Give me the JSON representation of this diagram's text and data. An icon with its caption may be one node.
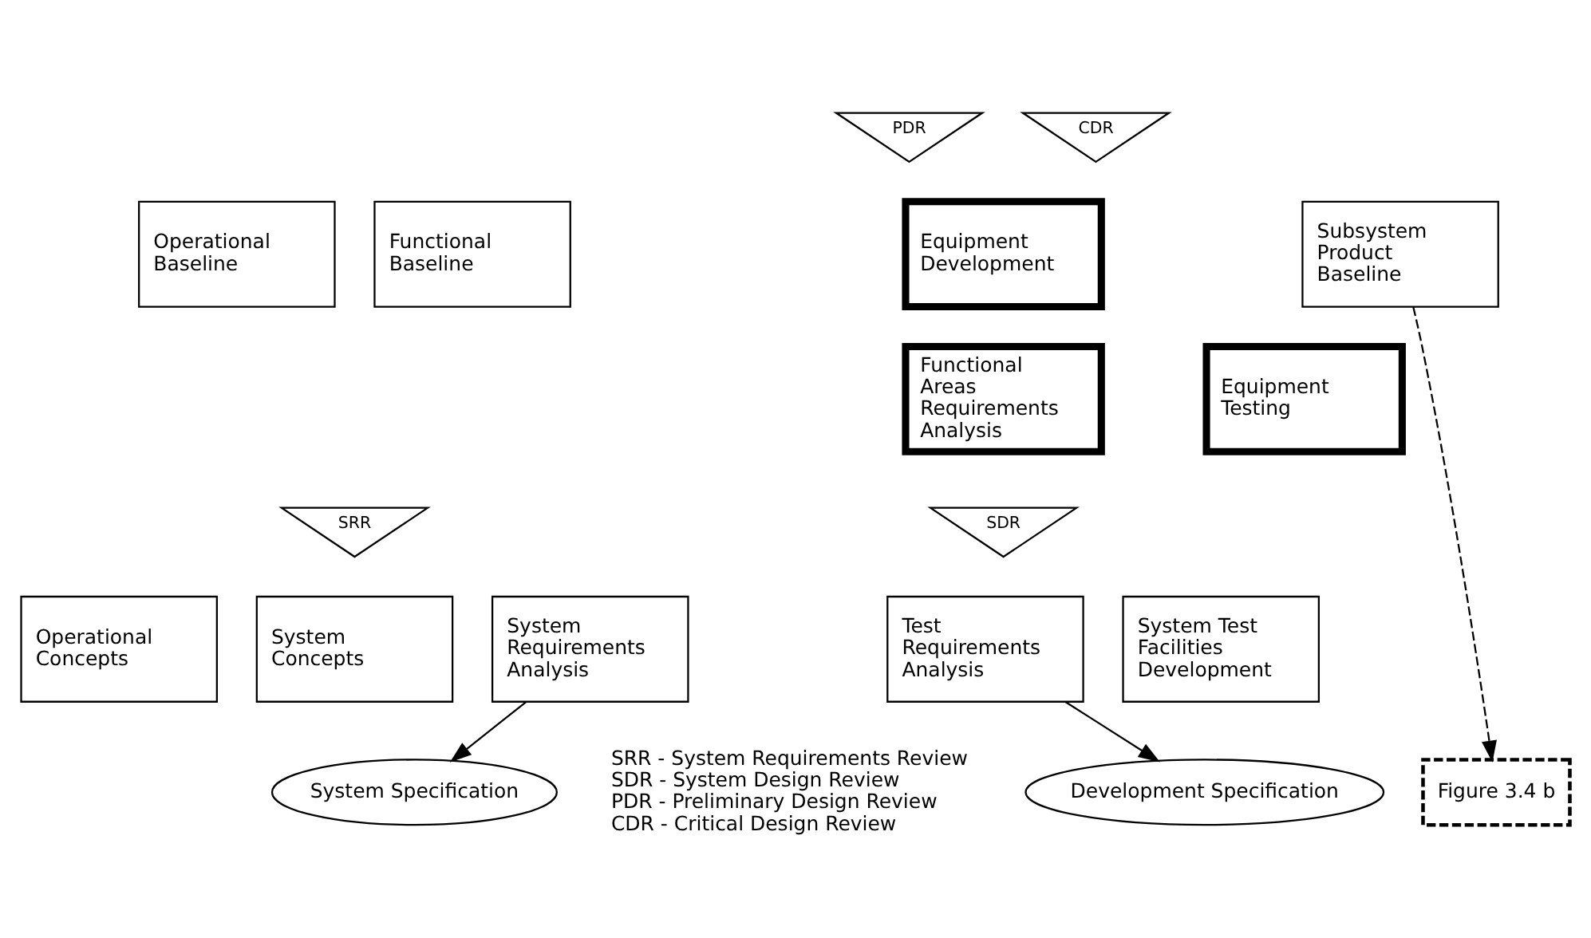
{
  "diagram": {
    "nodes": [
      {
        "text": [
          "PDR"
        ]
      },
      {
        "text": [
          "CDR"
        ]
      },
      {
        "text": [
          "Operational Baseline"
        ]
      },
      {
        "text": [
          "Functional Baseline"
        ]
      },
      {
        "text": [
          "Equipment Development"
        ]
      },
      {
        "text": [
          "Subsystem Product Baseline"
        ]
      },
      {
        "text": [
          "Functional Areas Requirements Analysis"
        ]
      },
      {
        "text": [
          "Equipment Testing"
        ]
      },
      {
        "text": [
          "SRR"
        ]
      },
      {
        "text": [
          "SDR"
        ]
      },
      {
        "text": [
          "Operational Concepts"
        ]
      },
      {
        "text": [
          "System Concepts"
        ]
      },
      {
        "text": [
          "System Requirements Analysis"
        ]
      },
      {
        "text": [
          "Test Requirements Analysis"
        ]
      },
      {
        "text": [
          "System Test Facilities Development"
        ]
      },
      {
        "text": [
          "Development Specification"
        ]
      },
      {
        "text": [
          "System Specification"
        ]
      },
      {
        "text": [
          "Figure 3.4 b"
        ]
      }
    ],
    "edges": [
      {
        "from": 12,
        "to": 16,
        "arrow": "to"
      },
      {
        "from": 13,
        "to": 15,
        "arrow": "to"
      },
      {
        "from": 5,
        "to": 17,
        "arrow": "to",
        "style": "dashed"
      }
    ],
    "labels": [
      "SRR - System Requirements Review",
      "SDR - System Design Review",
      "PDR - Preliminary Design Review",
      "CDR - Critical Design Review"
    ]
  }
}
